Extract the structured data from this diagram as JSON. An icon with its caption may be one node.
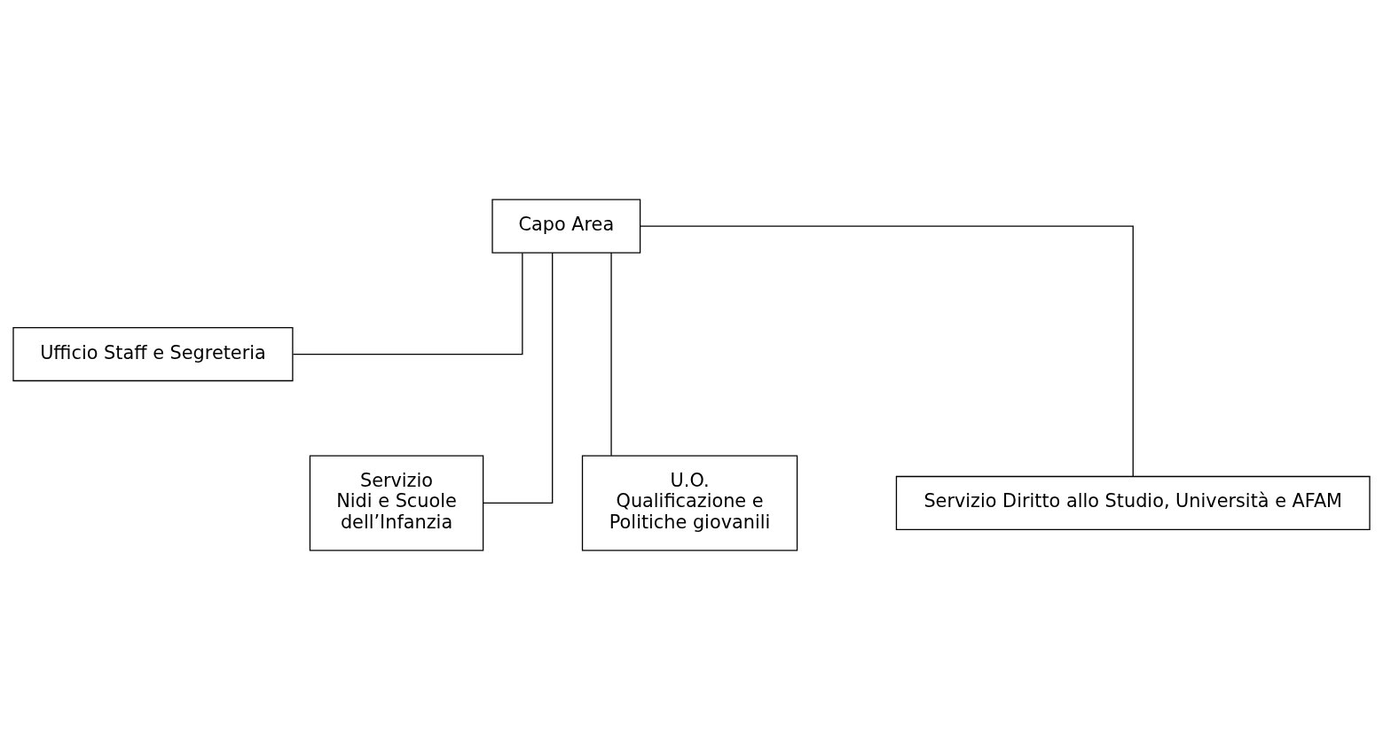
{
  "diagram": {
    "nodes": [
      {
        "text": [
          "Capo Area"
        ]
      },
      {
        "text": [
          "Ufficio Staff e Segreteria"
        ]
      },
      {
        "text": [
          "Servizio Nidi e Scuole dell’Infanzia"
        ]
      },
      {
        "text": [
          "U.O. Qualificazione e Politiche giovanili"
        ]
      },
      {
        "text": [
          "Servizio Diritto allo Studio, Università e AFAM"
        ]
      }
    ],
    "edges": [
      {
        "from": 0,
        "to": 1,
        "arrow": "none"
      },
      {
        "from": 0,
        "to": 2,
        "arrow": "none"
      },
      {
        "from": 0,
        "to": 3,
        "arrow": "none"
      },
      {
        "from": 0,
        "to": 4,
        "arrow": "none"
      }
    ]
  }
}
